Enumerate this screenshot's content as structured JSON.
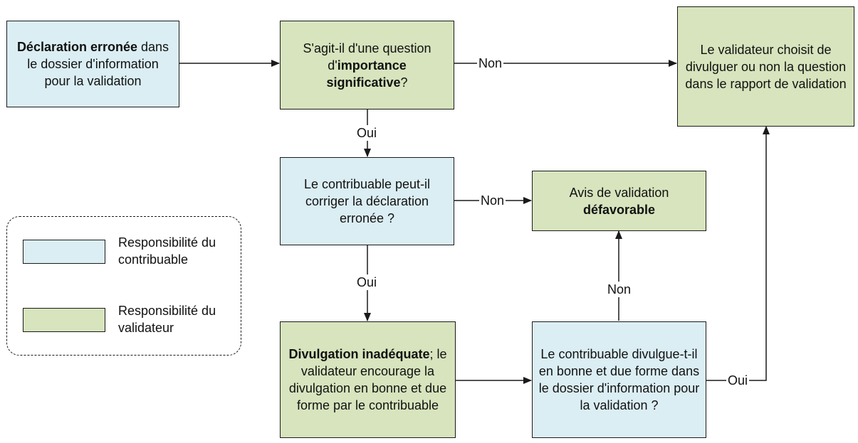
{
  "colors": {
    "taxpayer": "#dbeef4",
    "validator": "#d7e4bd",
    "stroke": "#1a1a1a"
  },
  "nodes": {
    "declaration": {
      "bold": "Déclaration erronée",
      "rest": " dans le dossier d'information pour la validation"
    },
    "importance": {
      "pre": "S'agit-il d'une question d'",
      "bold": "importance significative",
      "post": "?"
    },
    "choice": {
      "text": "Le validateur choisit de divulguer ou non la question dans le rapport de validation"
    },
    "correct": {
      "text": "Le contribuable peut-il corriger la déclaration erronée ?"
    },
    "avis": {
      "pre": "Avis de validation ",
      "bold": "défavorable"
    },
    "inadequate": {
      "bold": "Divulgation inadéquate",
      "post": "; le validateur encourage la divulgation en bonne et due forme par le contribuable"
    },
    "discloses": {
      "text": "Le contribuable divulgue-t-il en bonne et due forme dans le dossier d'information pour la validation ?"
    }
  },
  "edges": {
    "non1": "Non",
    "oui1": "Oui",
    "non2": "Non",
    "oui2": "Oui",
    "non3": "Non",
    "oui3": "Oui"
  },
  "legend": {
    "taxpayer": "Responsibilité du contribuable",
    "validator": "Responsibilité du validateur"
  }
}
